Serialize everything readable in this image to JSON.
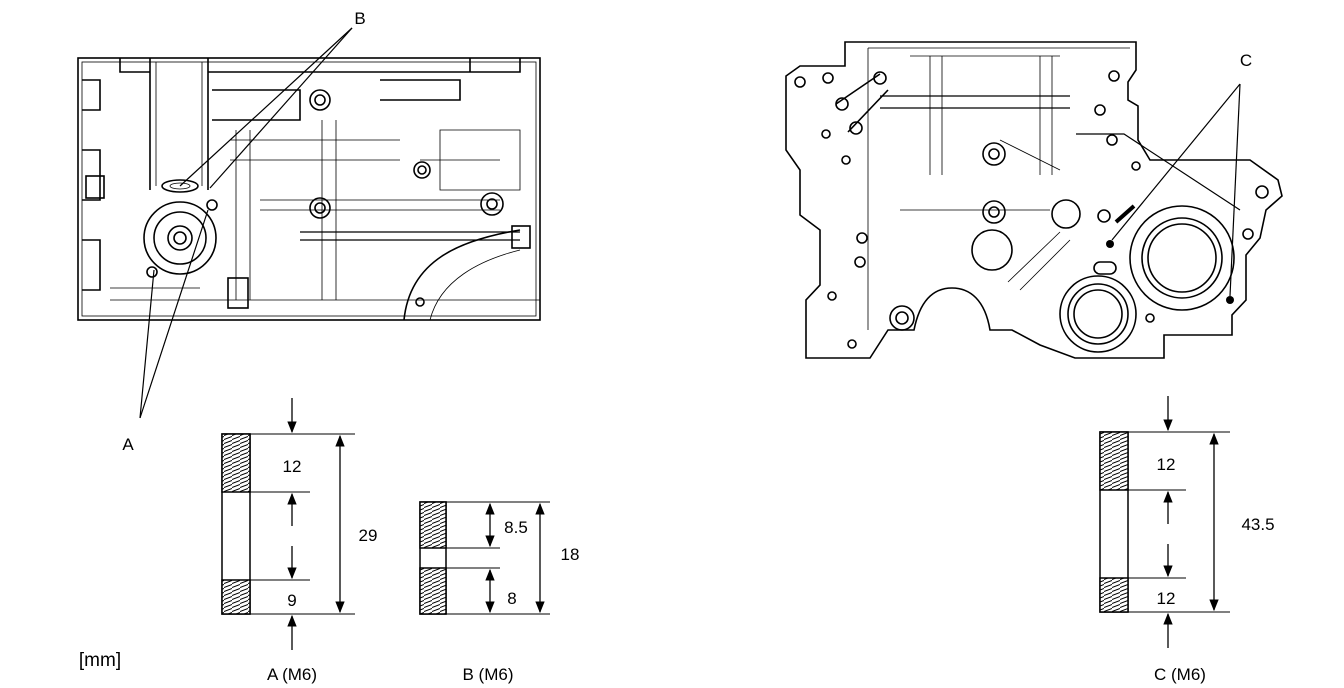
{
  "callouts": {
    "a": "A",
    "b": "B",
    "c": "C"
  },
  "units": "[mm]",
  "studs": {
    "a": {
      "caption": "A (M6)",
      "thread_top": "12",
      "thread_bottom": "9",
      "overall": "29"
    },
    "b": {
      "caption": "B (M6)",
      "thread_top": "8.5",
      "thread_bottom": "8",
      "overall": "18"
    },
    "c": {
      "caption": "C (M6)",
      "thread_top": "12",
      "thread_bottom": "12",
      "overall": "43.5"
    }
  }
}
